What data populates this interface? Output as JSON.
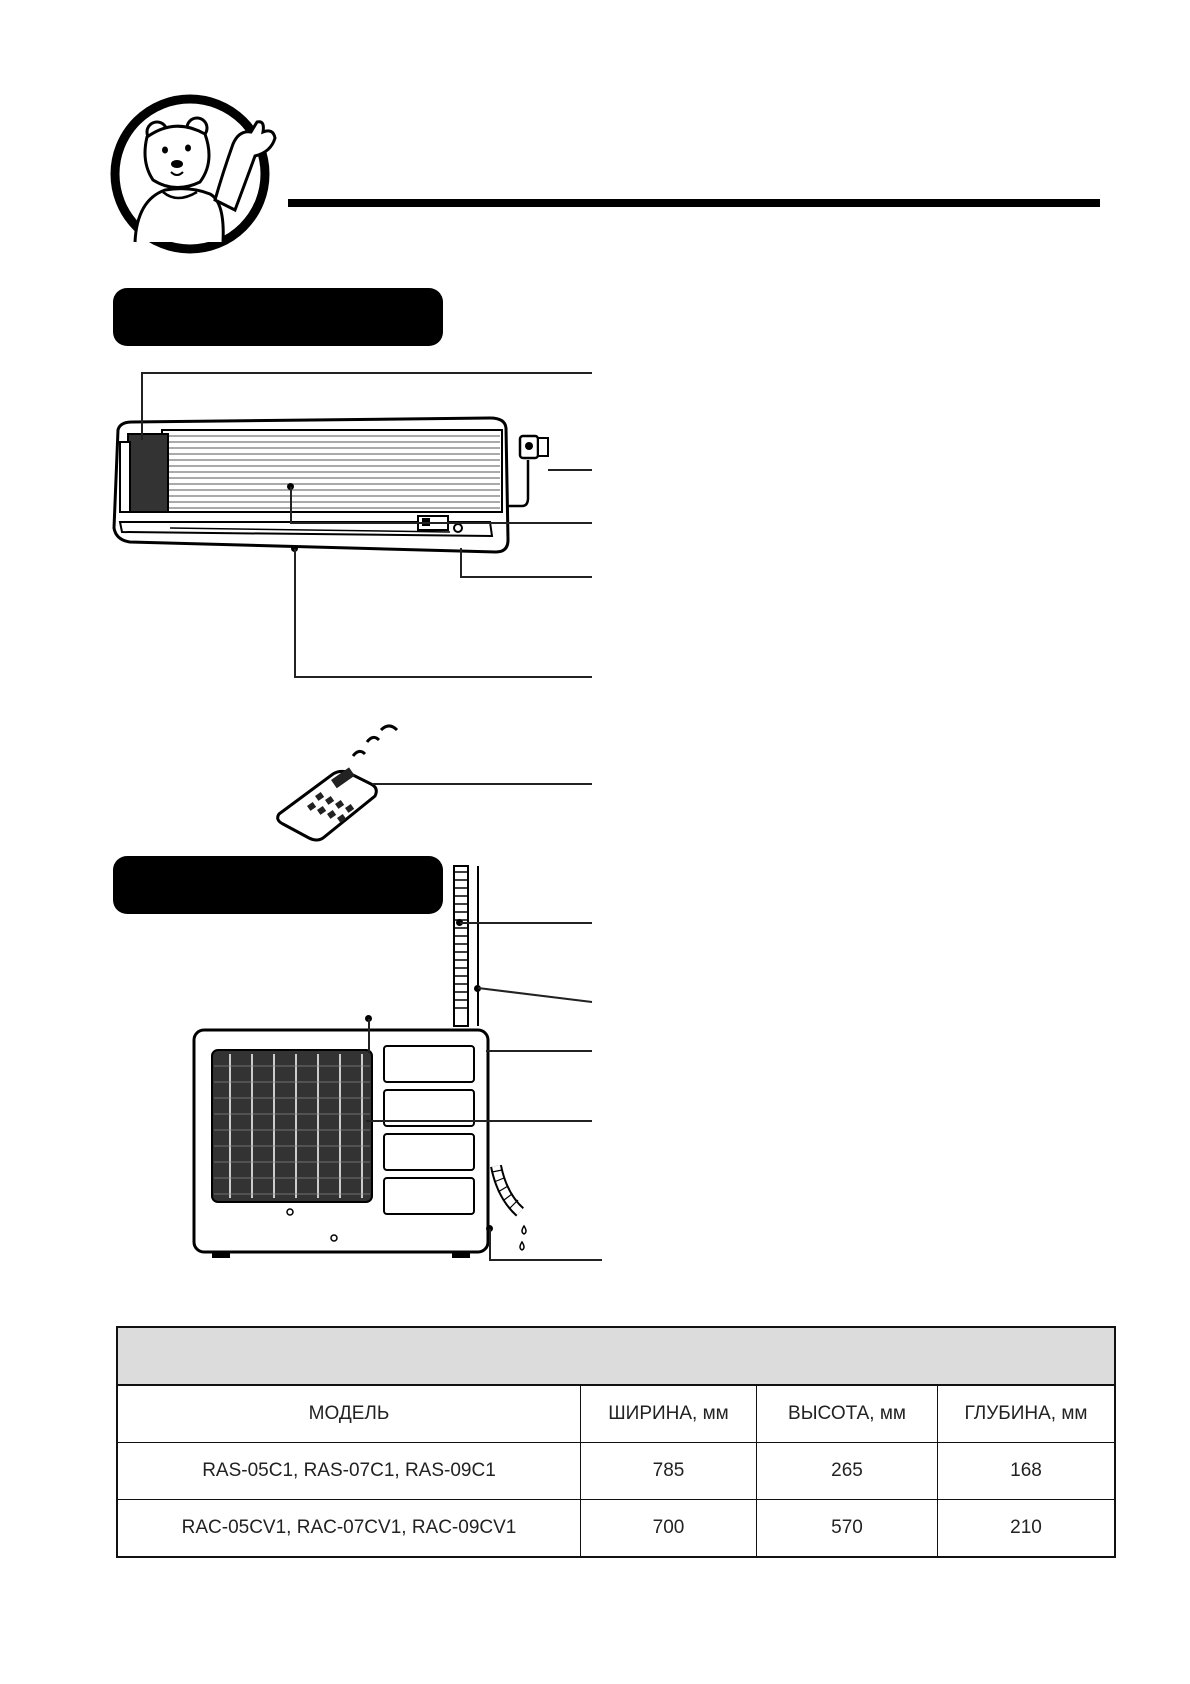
{
  "specs_table": {
    "headers": [
      "МОДЕЛЬ",
      "ШИРИНА, мм",
      "ВЫСОТА, мм",
      "ГЛУБИНА, мм"
    ],
    "rows": [
      [
        "RAS-05C1, RAS-07C1, RAS-09C1",
        "785",
        "265",
        "168"
      ],
      [
        "RAC-05CV1, RAC-07CV1, RAC-09CV1",
        "700",
        "570",
        "210"
      ]
    ]
  }
}
